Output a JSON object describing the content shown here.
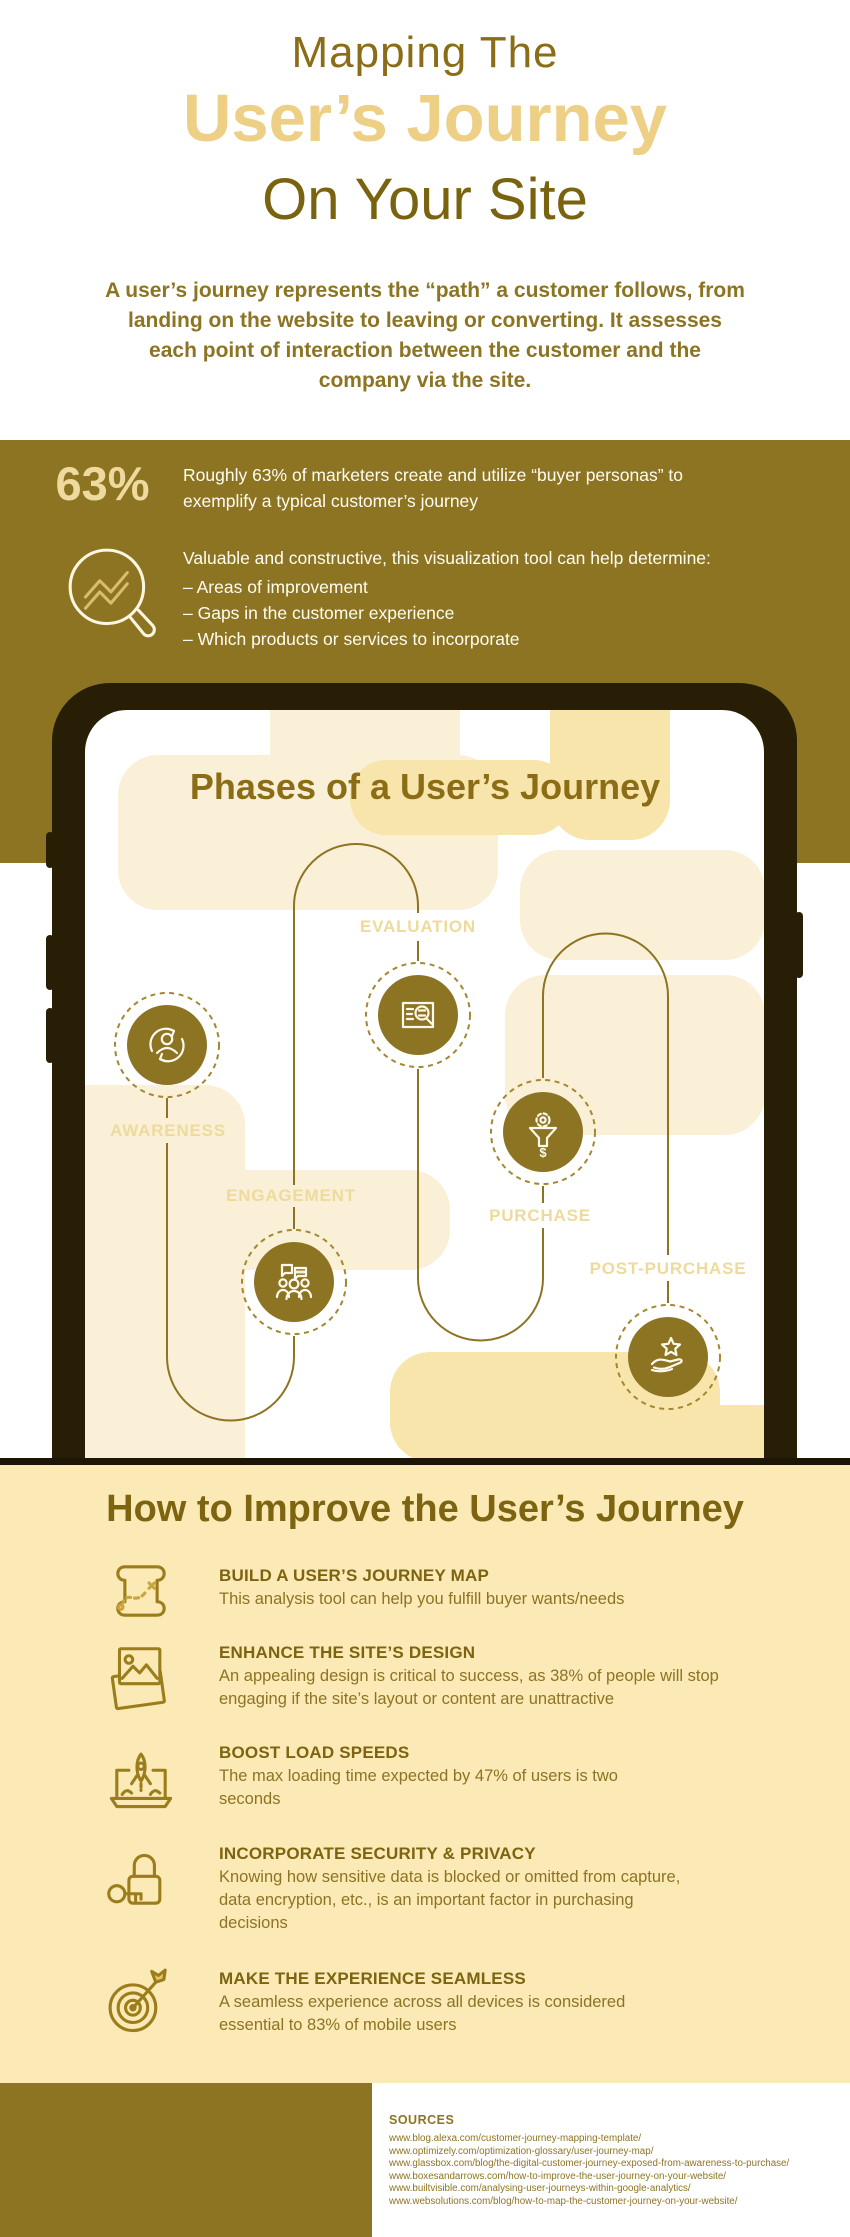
{
  "header": {
    "title_line1": "Mapping The",
    "title_line2": "User’s Journey",
    "title_line3": "On Your Site",
    "intro": "A user’s journey represents the “path” a customer follows, from landing on the website to leaving or converting. It assesses each point of interaction between the customer and the company via the site."
  },
  "stats_band": {
    "stat_value": "63%",
    "stat_text": "Roughly 63% of marketers create and utilize “buyer personas” to exemplify a typical customer’s journey",
    "vis_lead": "Valuable and constructive, this visualization tool can help determine:",
    "vis_items": [
      "–  Areas of improvement",
      "–  Gaps in the customer experience",
      "–  Which products or services to incorporate"
    ],
    "icon": "magnifier-chart-icon"
  },
  "phone": {
    "title": "Phases of a User’s Journey",
    "phases": [
      {
        "label": "AWARENESS",
        "icon": "user-cycle-icon"
      },
      {
        "label": "EVALUATION",
        "icon": "document-magnifier-icon"
      },
      {
        "label": "ENGAGEMENT",
        "icon": "group-chat-icon"
      },
      {
        "label": "PURCHASE",
        "icon": "funnel-dollar-icon"
      },
      {
        "label": "POST-PURCHASE",
        "icon": "star-hand-icon"
      }
    ]
  },
  "improve": {
    "title": "How to Improve the User’s Journey",
    "items": [
      {
        "icon": "map-icon",
        "heading": "BUILD A USER’S JOURNEY MAP",
        "body": "This analysis tool can help you fulfill buyer wants/needs"
      },
      {
        "icon": "photos-icon",
        "heading": "ENHANCE THE SITE’S DESIGN",
        "body": "An appealing design is critical to success, as 38% of people will stop engaging if the site’s layout or content are unattractive"
      },
      {
        "icon": "rocket-laptop-icon",
        "heading": "BOOST LOAD SPEEDS",
        "body": "The max loading time expected by 47% of users is two seconds"
      },
      {
        "icon": "lock-key-icon",
        "heading": "INCORPORATE SECURITY & PRIVACY",
        "body": "Knowing how sensitive data is blocked or omitted from capture, data encryption, etc., is an important factor in purchasing decisions"
      },
      {
        "icon": "target-dart-icon",
        "heading": "MAKE THE EXPERIENCE SEAMLESS",
        "body": "A seamless experience across all devices is considered essential to 83% of mobile users"
      }
    ]
  },
  "footer": {
    "sources_title": "SOURCES",
    "sources": [
      "www.blog.alexa.com/customer-journey-mapping-template/",
      "www.optimizely.com/optimization-glossary/user-journey-map/",
      "www.glassbox.com/blog/the-digital-customer-journey-exposed-from-awareness-to-purchase/",
      "www.boxesandarrows.com/how-to-improve-the-user-journey-on-your-website/",
      "www.builtvisible.com/analysing-user-journeys-within-google-analytics/",
      "www.websolutions.com/blog/how-to-map-the-customer-journey-on-your-website/"
    ]
  },
  "colors": {
    "olive": "#8d7423",
    "dark_olive_text": "#7c6410",
    "light_gold": "#edd085",
    "pale_gold_label": "#eeda9b",
    "cream_section": "#fbe9b6",
    "blob_light": "#faf0d8",
    "blob_medium": "#f8e5ab",
    "phone_frame": "#281e06"
  }
}
